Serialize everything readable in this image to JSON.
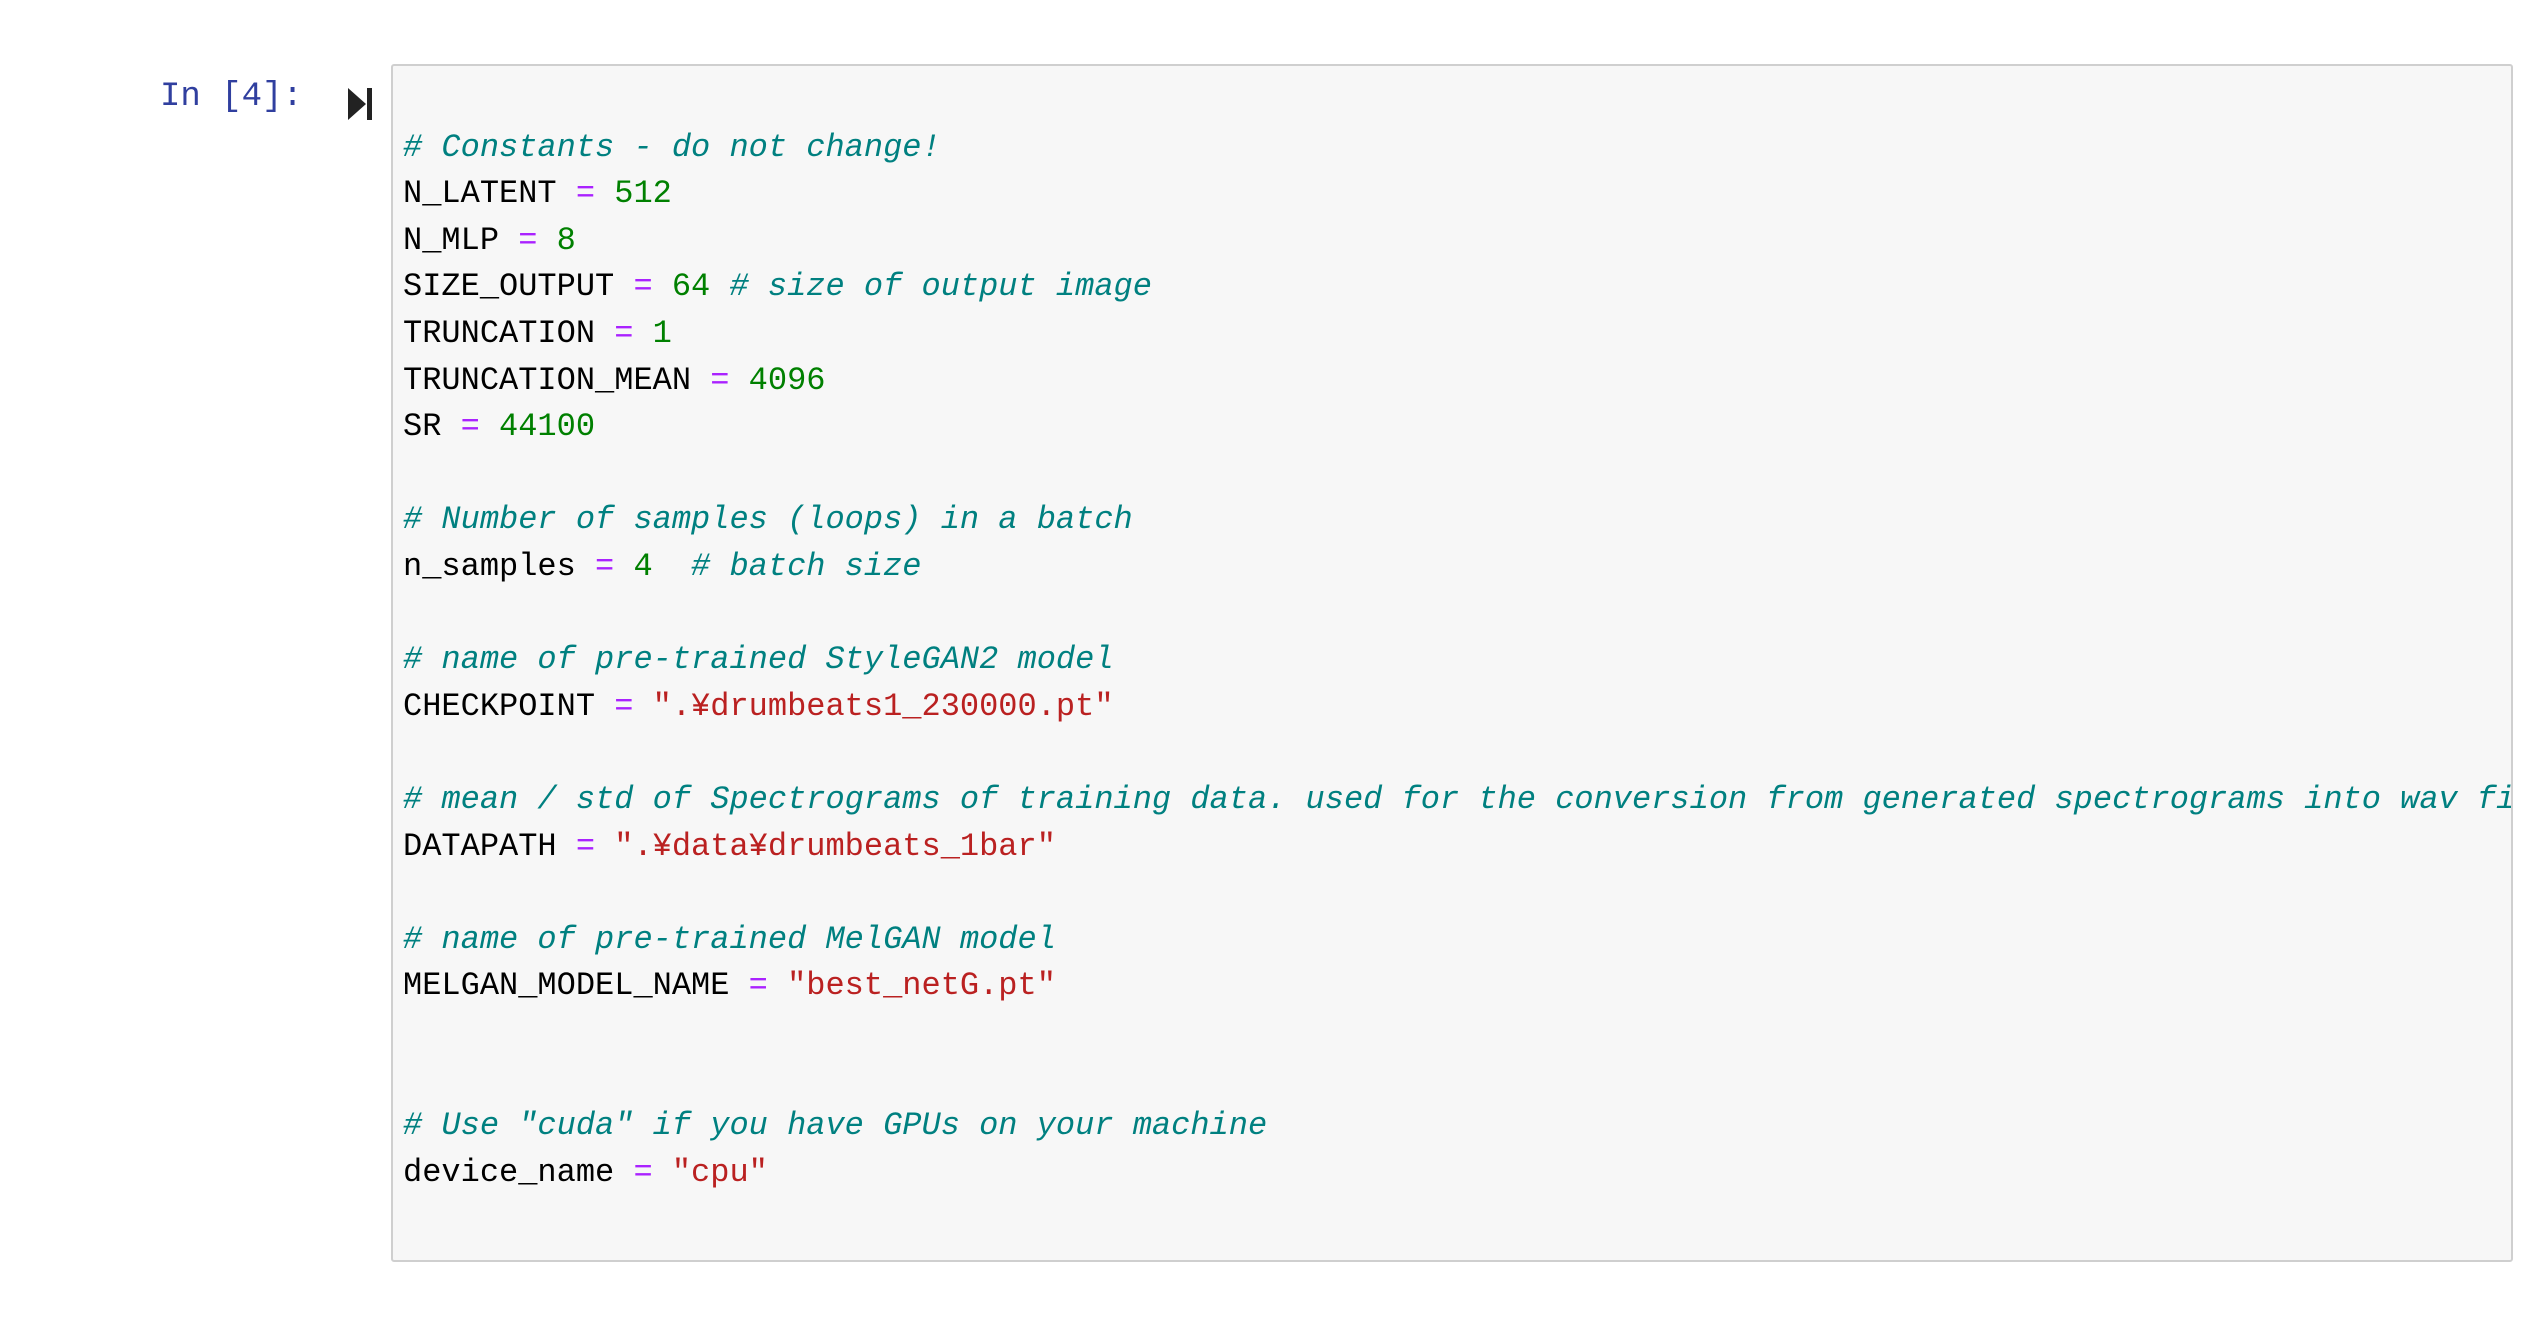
{
  "cell": {
    "prompt": "In [4]:",
    "run_icon": "run-cell-icon",
    "colors": {
      "comment": "#008080",
      "operator": "#aa22ff",
      "number": "#008000",
      "string": "#ba2121",
      "prompt": "#303f9f"
    },
    "lines": [
      [],
      [
        [
          "c",
          "# Constants - do not change!"
        ]
      ],
      [
        [
          "t",
          "N_LATENT "
        ],
        [
          "o",
          "="
        ],
        [
          "t",
          " "
        ],
        [
          "n",
          "512"
        ]
      ],
      [
        [
          "t",
          "N_MLP "
        ],
        [
          "o",
          "="
        ],
        [
          "t",
          " "
        ],
        [
          "n",
          "8"
        ]
      ],
      [
        [
          "t",
          "SIZE_OUTPUT "
        ],
        [
          "o",
          "="
        ],
        [
          "t",
          " "
        ],
        [
          "n",
          "64"
        ],
        [
          "t",
          " "
        ],
        [
          "c",
          "# size of output image"
        ]
      ],
      [
        [
          "t",
          "TRUNCATION "
        ],
        [
          "o",
          "="
        ],
        [
          "t",
          " "
        ],
        [
          "n",
          "1"
        ]
      ],
      [
        [
          "t",
          "TRUNCATION_MEAN "
        ],
        [
          "o",
          "="
        ],
        [
          "t",
          " "
        ],
        [
          "n",
          "4096"
        ]
      ],
      [
        [
          "t",
          "SR "
        ],
        [
          "o",
          "="
        ],
        [
          "t",
          " "
        ],
        [
          "n",
          "44100"
        ]
      ],
      [],
      [
        [
          "c",
          "# Number of samples (loops) in a batch"
        ]
      ],
      [
        [
          "t",
          "n_samples "
        ],
        [
          "o",
          "="
        ],
        [
          "t",
          " "
        ],
        [
          "n",
          "4"
        ],
        [
          "t",
          "  "
        ],
        [
          "c",
          "# batch size"
        ]
      ],
      [],
      [
        [
          "c",
          "# name of pre-trained StyleGAN2 model"
        ]
      ],
      [
        [
          "t",
          "CHECKPOINT "
        ],
        [
          "o",
          "="
        ],
        [
          "t",
          " "
        ],
        [
          "s",
          "\".¥drumbeats1_230000.pt\""
        ]
      ],
      [],
      [
        [
          "c",
          "# mean / std of Spectrograms of training data. used for the conversion from generated spectrograms into wav fi"
        ]
      ],
      [
        [
          "t",
          "DATAPATH "
        ],
        [
          "o",
          "="
        ],
        [
          "t",
          " "
        ],
        [
          "s",
          "\".¥data¥drumbeats_1bar\""
        ]
      ],
      [],
      [
        [
          "c",
          "# name of pre-trained MelGAN model"
        ]
      ],
      [
        [
          "t",
          "MELGAN_MODEL_NAME "
        ],
        [
          "o",
          "="
        ],
        [
          "t",
          " "
        ],
        [
          "s",
          "\"best_netG.pt\""
        ]
      ],
      [],
      [],
      [
        [
          "c",
          "# Use \"cuda\" if you have GPUs on your machine"
        ]
      ],
      [
        [
          "t",
          "device_name "
        ],
        [
          "o",
          "="
        ],
        [
          "t",
          " "
        ],
        [
          "s",
          "\"cpu\""
        ]
      ]
    ]
  }
}
